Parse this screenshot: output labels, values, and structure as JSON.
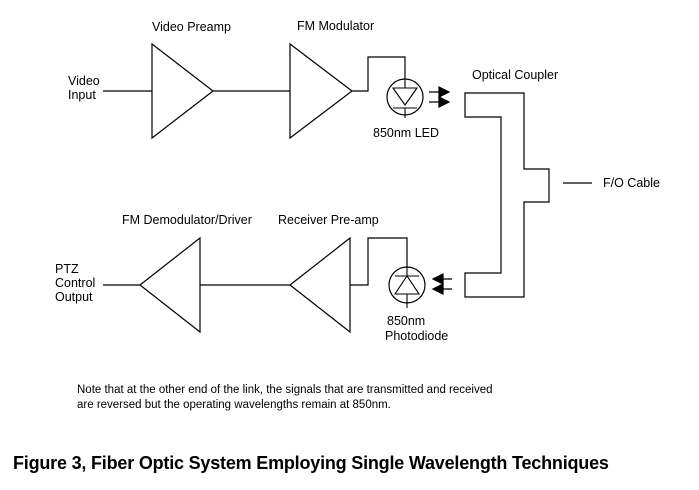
{
  "colors": {
    "ink": "#000000",
    "background": "#ffffff"
  },
  "blocks": {
    "video_preamp": {
      "label": "Video Preamp"
    },
    "fm_modulator": {
      "label": "FM Modulator"
    },
    "fm_demodulator": {
      "label": "FM Demodulator/Driver"
    },
    "receiver_preamp": {
      "label": "Receiver Pre-amp"
    },
    "optical_coupler": {
      "label": "Optical Coupler"
    }
  },
  "ports": {
    "video_input": {
      "lines": [
        "Video",
        "Input"
      ]
    },
    "ptz_control_output": {
      "lines": [
        "PTZ",
        "Control",
        "Output"
      ]
    },
    "fo_cable": {
      "label": "F/O Cable"
    }
  },
  "optical_devices": {
    "led": {
      "label": "850nm LED"
    },
    "photodiode": {
      "lines": [
        "850nm",
        "Photodiode"
      ]
    }
  },
  "note": {
    "lines": [
      "Note that at the other end of the link, the signals that are transmitted and received",
      "are reversed but the operating wavelengths remain at 850nm."
    ]
  },
  "caption": {
    "text": "Figure 3, Fiber Optic System Employing Single Wavelength Techniques"
  }
}
